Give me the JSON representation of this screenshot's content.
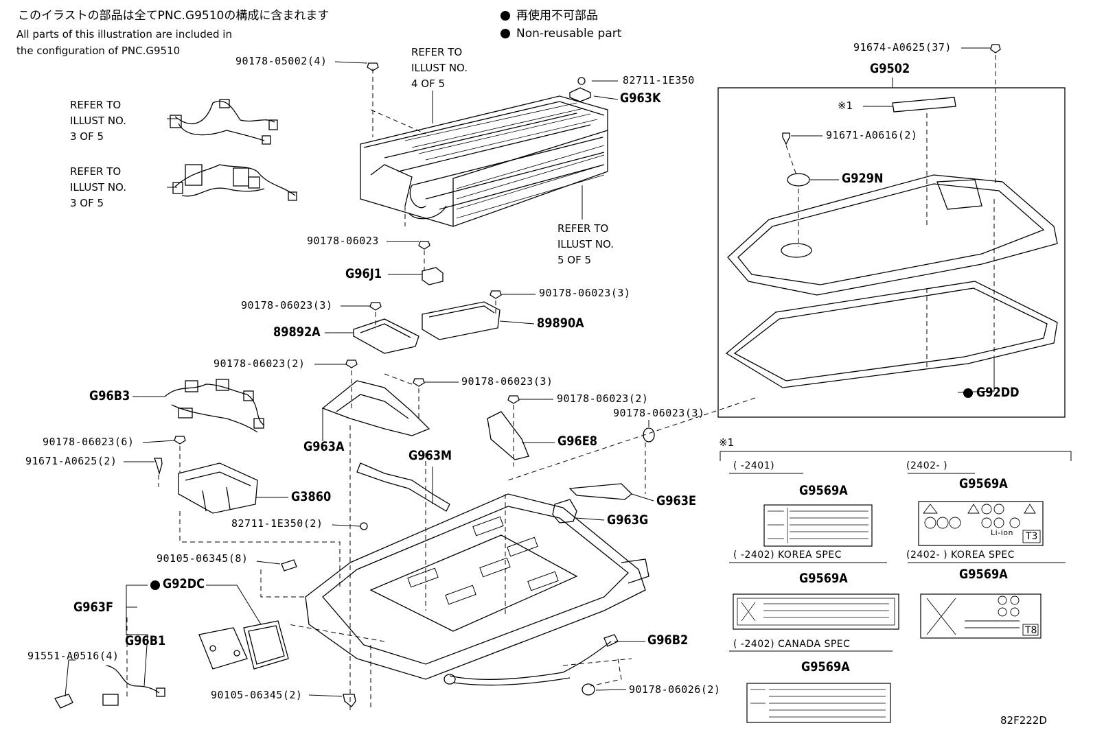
{
  "header": {
    "jp_note": "このイラストの部品は全てPNC.G9510の構成に含まれます",
    "en_note_line1": "All parts of this illustration are included in",
    "en_note_line2": "the configuration of PNC.G9510"
  },
  "legend": {
    "jp": "再使用不可部品",
    "en": "Non-reusable part"
  },
  "refer_notes": {
    "illust4": "REFER TO\nILLUST NO.\n4 OF 5",
    "illust3a": "REFER TO\nILLUST NO.\n3 OF 5",
    "illust3b": "REFER TO\nILLUST NO.\n3 OF 5",
    "illust5": "REFER TO\nILLUST NO.\n5 OF 5"
  },
  "callouts": {
    "p_90178_05002": "90178-05002(4)",
    "p_82711_1e350": "82711-1E350",
    "r_g963k": "G963K",
    "p_91674_a0625": "91674-A0625(37)",
    "r_g9502": "G9502",
    "n_note1": "※1",
    "p_91671_a0616": "91671-A0616(2)",
    "r_g929n": "G929N",
    "p_90178_06023_a": "90178-06023",
    "r_g96j1": "G96J1",
    "p_90178_06023_3a": "90178-06023(3)",
    "p_90178_06023_3b": "90178-06023(3)",
    "r_89892a": "89892A",
    "r_89890a": "89890A",
    "p_90178_06023_2a": "90178-06023(2)",
    "p_90178_06023_3c": "90178-06023(3)",
    "p_90178_06023_2b": "90178-06023(2)",
    "p_90178_06023_3d": "90178-06023(3)",
    "r_g92dd": "G92DD",
    "r_g96b3": "G96B3",
    "r_g963a": "G963A",
    "r_g96e8": "G96E8",
    "p_90178_06023_6": "90178-06023(6)",
    "p_91671_a0625": "91671-A0625(2)",
    "r_g963m": "G963M",
    "r_g3860": "G3860",
    "r_g963e": "G963E",
    "p_82711_1e350_2": "82711-1E350(2)",
    "r_g963g": "G963G",
    "p_90105_06345_8": "90105-06345(8)",
    "r_g92dc": "G92DC",
    "r_g963f": "G963F",
    "r_g96b1": "G96B1",
    "p_91551_a0516": "91551-A0516(4)",
    "r_g96b2": "G96B2",
    "p_90105_06345_2": "90105-06345(2)",
    "p_90178_06026": "90178-06026(2)"
  },
  "labels_panel": {
    "note": "※1",
    "range1": "(     -2401)",
    "range2": "(2402-     )",
    "range3": "(     -2402) KOREA SPEC",
    "range4": "(2402-     ) KOREA SPEC",
    "range5": "(     -2402) CANADA SPEC",
    "part": "G9569A",
    "label_t3": "T3",
    "label_t8": "T8",
    "liion": "Li-ion"
  },
  "illustration_code": "82F222D"
}
